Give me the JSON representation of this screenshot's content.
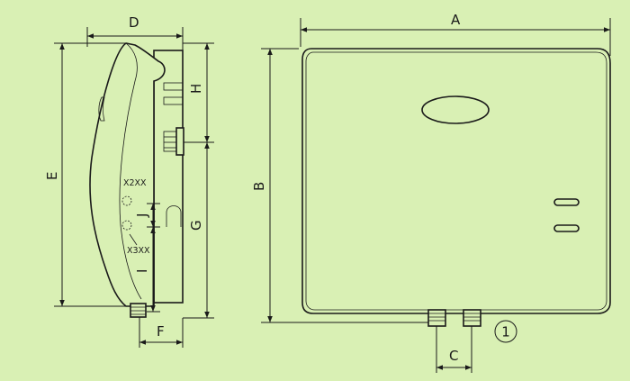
{
  "labels": {
    "A": "A",
    "B": "B",
    "C": "C",
    "D": "D",
    "E": "E",
    "F": "F",
    "G": "G",
    "H": "H",
    "I": "I",
    "J": "J",
    "x2xx": "X2XX",
    "x3xx": "X3XX",
    "callout": "1"
  },
  "colors": {
    "background": "#d9f0b4",
    "line": "#1a1a1a"
  }
}
